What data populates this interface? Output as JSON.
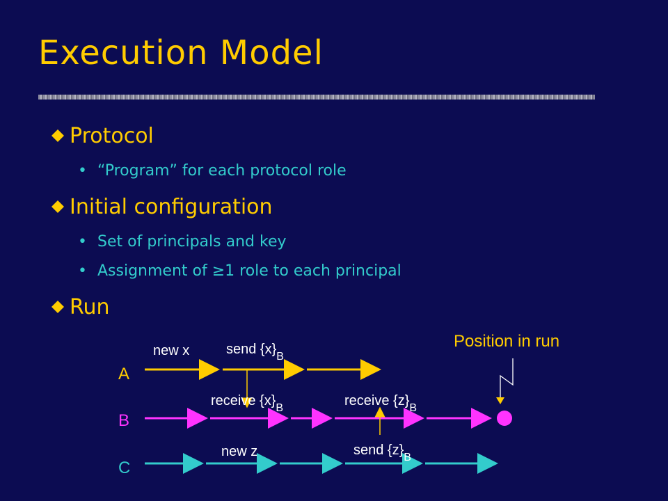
{
  "title": "Execution Model",
  "bullets": [
    {
      "label": "Protocol",
      "subs": [
        "“Program” for each protocol role"
      ]
    },
    {
      "label": "Initial configuration",
      "subs": [
        "Set of principals and key",
        "Assignment of ≥1 role to each principal"
      ]
    },
    {
      "label": "Run",
      "subs": []
    }
  ],
  "diagram": {
    "roles": [
      "A",
      "B",
      "C"
    ],
    "position_label": "Position in run",
    "a_labels": {
      "new_x": "new x",
      "send_x": "send {x}",
      "send_x_sub": "B"
    },
    "b_labels": {
      "recv_x": "receive {x}",
      "recv_x_sub": "B",
      "recv_z": "receive {z}",
      "recv_z_sub": "B"
    },
    "c_labels": {
      "new_z": "new z",
      "send_z": "send {z}",
      "send_z_sub": "B"
    },
    "colors": {
      "A": "#ffcc00",
      "B": "#ff33ff",
      "C": "#33cccc",
      "title": "#ffcc00",
      "sub": "#33cccc",
      "background": "#0c0c52"
    }
  }
}
